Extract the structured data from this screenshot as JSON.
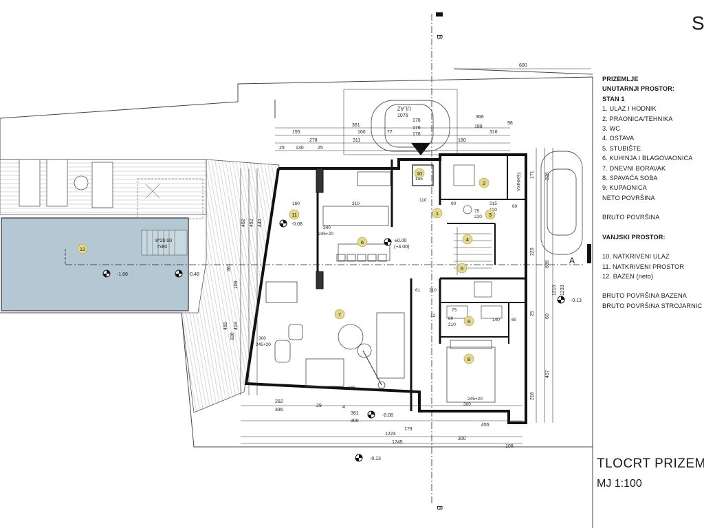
{
  "sheet": {
    "corner_letter": "S",
    "title": "TLOCRT PRIZEMLJ",
    "scale": "MJ 1:100"
  },
  "legend": {
    "heading1": "PRIZEMLJE",
    "heading2": "UNUTARNJI PROSTOR:",
    "heading3": "STAN 1",
    "rooms": [
      "1. ULAZ I HODNIK",
      "2. PRAONICA/TEHNIKA",
      "3. WC",
      "4. OSTAVA",
      "5. STUBIŠTE",
      "6. KUHINJA I BLAGOVAONICA",
      "7. DNEVNI BORAVAK",
      "8. SPAVAĆA SOBA",
      "9. KUPAONICA"
    ],
    "neto": "NETO POVRŠINA",
    "bruto": "BRUTO POVRŠINA",
    "outdoor_heading": "VANJSKI PROSTOR:",
    "outdoor": [
      "10. NATKRIVENI ULAZ",
      "11. NATKRIVENI PROSTOR",
      "12. BAZEN  (neto)"
    ],
    "pool_bruto": "BRUTO POVRŠINA BAZENA",
    "machine_bruto": "BRUTO POVRŠINA STROJARNIC"
  },
  "plan": {
    "section_b_top": "B",
    "section_b_bottom": "B",
    "section_a": "A",
    "entry_label": "ULAZ",
    "tech_label": "TEHNIKA",
    "room_numbers": [
      "1",
      "2",
      "3",
      "4",
      "5",
      "6",
      "7",
      "8",
      "9",
      "10",
      "11",
      "12"
    ],
    "levels": [
      "±0.00",
      "(+4.00)",
      "-0.08",
      "-1.68",
      "-0.48",
      "-0.08",
      "-0.13",
      "-0.13"
    ],
    "pool_dims": "8*20.00",
    "pool_dims2": "7x80",
    "dims_top": [
      "600",
      "1076",
      "361",
      "176",
      "366",
      "155",
      "160",
      "77",
      "176",
      "188",
      "316",
      "98",
      "278",
      "311",
      "176",
      "180",
      "25",
      "130",
      "25"
    ],
    "dims_interior": [
      "160",
      "310",
      "340",
      "245+20",
      "300",
      "245+20",
      "110",
      "155",
      "90",
      "75",
      "215",
      "210",
      "120",
      "60",
      "12",
      "80",
      "140",
      "75",
      "60",
      "210",
      "61",
      "210",
      "245",
      "300",
      "245+20"
    ],
    "dims_bottom": [
      "282",
      "29",
      "4",
      "336",
      "381",
      "300",
      "179",
      "455",
      "1223",
      "300",
      "108",
      "1245"
    ],
    "dims_left": [
      "452",
      "452",
      "446",
      "361",
      "109",
      "419",
      "465",
      "330"
    ],
    "dims_right": [
      "171",
      "226",
      "220",
      "685",
      "1210",
      "1233",
      "457",
      "218",
      "60",
      "25"
    ]
  }
}
